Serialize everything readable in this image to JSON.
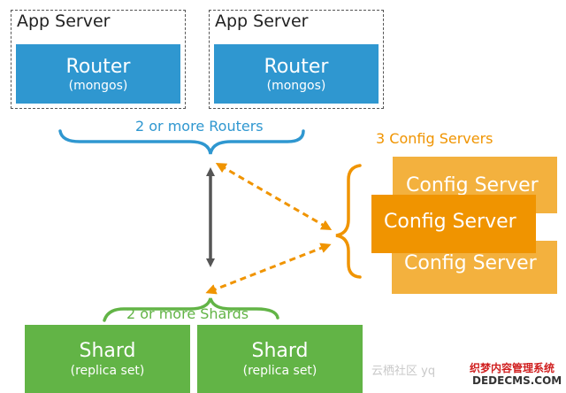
{
  "app_servers": [
    {
      "label": "App Server",
      "router_title": "Router",
      "router_sub": "(mongos)"
    },
    {
      "label": "App Server",
      "router_title": "Router",
      "router_sub": "(mongos)"
    }
  ],
  "routers_label": "2 or more Routers",
  "config_label": "3 Config Servers",
  "config_servers": [
    "Config Server",
    "Config Server",
    "Config Server"
  ],
  "shards_label": "2 or more Shards",
  "shards": [
    {
      "title": "Shard",
      "sub": "(replica set)"
    },
    {
      "title": "Shard",
      "sub": "(replica set)"
    }
  ],
  "watermark": {
    "left": "云栖社区 yq",
    "top": "织梦内容管理系统",
    "bottom": "DEDECMS.COM"
  },
  "colors": {
    "router": "#2f97d0",
    "shard": "#62b446",
    "config_light": "#f3b13e",
    "config_dark": "#f09400",
    "arrow_gray": "#555555"
  }
}
